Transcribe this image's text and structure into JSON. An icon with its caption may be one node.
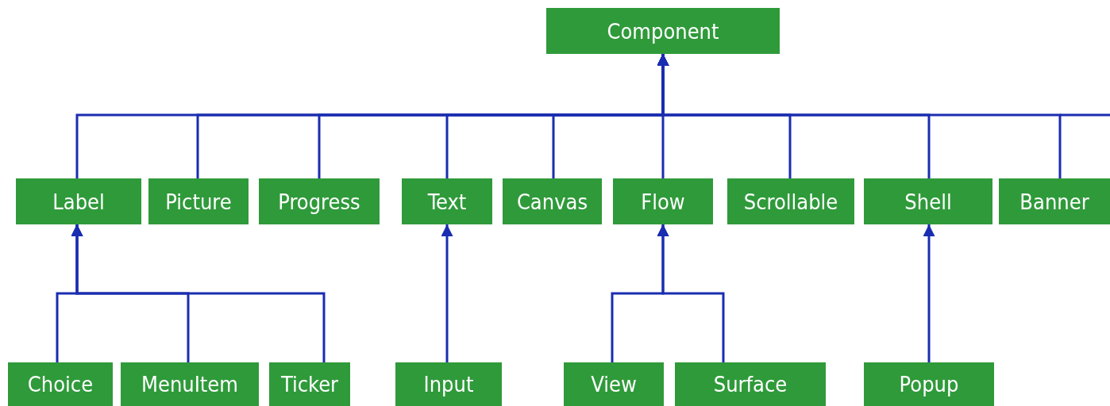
{
  "diagram": {
    "nodes": [
      {
        "text": [
          "Component"
        ]
      },
      {
        "text": [
          "Label"
        ]
      },
      {
        "text": [
          "Picture"
        ]
      },
      {
        "text": [
          "Progress"
        ]
      },
      {
        "text": [
          "Text"
        ]
      },
      {
        "text": [
          "Canvas"
        ]
      },
      {
        "text": [
          "Flow"
        ]
      },
      {
        "text": [
          "Scrollable"
        ]
      },
      {
        "text": [
          "Shell"
        ]
      },
      {
        "text": [
          "Banner"
        ]
      },
      {
        "text": [
          "Choice"
        ]
      },
      {
        "text": [
          "MenuItem"
        ]
      },
      {
        "text": [
          "Ticker"
        ]
      },
      {
        "text": [
          "Input"
        ]
      },
      {
        "text": [
          "View"
        ]
      },
      {
        "text": [
          "Surface"
        ]
      },
      {
        "text": [
          "Popup"
        ]
      }
    ],
    "edges": [
      {
        "from": 1,
        "to": 0,
        "arrow": "to"
      },
      {
        "from": 2,
        "to": 0,
        "arrow": "to"
      },
      {
        "from": 3,
        "to": 0,
        "arrow": "to"
      },
      {
        "from": 4,
        "to": 0,
        "arrow": "to"
      },
      {
        "from": 5,
        "to": 0,
        "arrow": "to"
      },
      {
        "from": 6,
        "to": 0,
        "arrow": "to"
      },
      {
        "from": 7,
        "to": 0,
        "arrow": "to"
      },
      {
        "from": 8,
        "to": 0,
        "arrow": "to"
      },
      {
        "from": 9,
        "to": 0,
        "arrow": "to"
      },
      {
        "from": 10,
        "to": 1,
        "arrow": "to"
      },
      {
        "from": 11,
        "to": 1,
        "arrow": "to"
      },
      {
        "from": 12,
        "to": 1,
        "arrow": "to"
      },
      {
        "from": 13,
        "to": 4,
        "arrow": "to"
      },
      {
        "from": 14,
        "to": 6,
        "arrow": "to"
      },
      {
        "from": 15,
        "to": 6,
        "arrow": "to"
      },
      {
        "from": 16,
        "to": 8,
        "arrow": "to"
      }
    ]
  }
}
